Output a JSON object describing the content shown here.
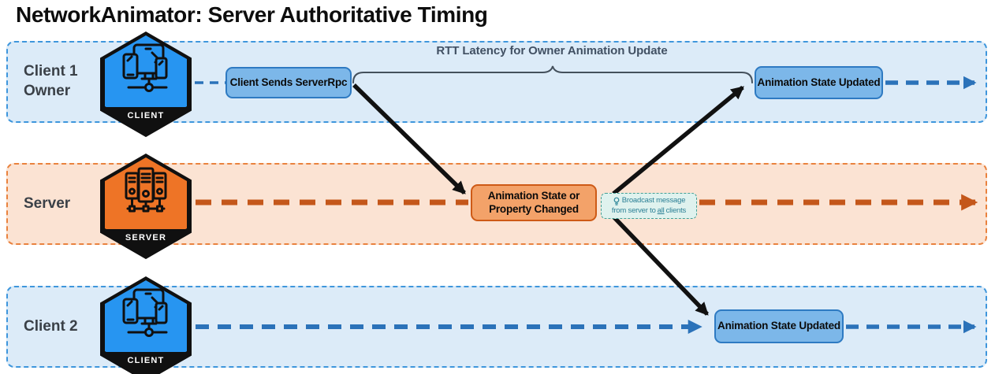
{
  "title": "NetworkAnimator: Server Authoritative Timing",
  "rtt_label": "RTT Latency for Owner Animation Update",
  "lanes": [
    {
      "id": "client1",
      "label_line1": "Client 1",
      "label_line2": "Owner",
      "badge": "CLIENT",
      "icon": "devices-icon"
    },
    {
      "id": "server",
      "label_line1": "Server",
      "label_line2": "",
      "badge": "SERVER",
      "icon": "server-rack-icon"
    },
    {
      "id": "client2",
      "label_line1": "Client 2",
      "label_line2": "",
      "badge": "CLIENT",
      "icon": "devices-icon"
    }
  ],
  "boxes": {
    "client_sends": "Client Sends ServerRpc",
    "anim_updated_owner": "Animation State Updated",
    "anim_changed_line1": "Animation State or",
    "anim_changed_line2": "Property Changed",
    "anim_updated_client2": "Animation State Updated"
  },
  "note": {
    "icon": "lightbulb-icon",
    "line1": "Broadcast message",
    "line2_prefix": "from server to ",
    "line2_underline": "all",
    "line2_suffix": " clients"
  },
  "colors": {
    "client_lane_bg": "#dcebf8",
    "client_lane_border": "#3e96dc",
    "server_lane_bg": "#fbe3d3",
    "server_lane_border": "#e9823e",
    "client_box_bg": "#7cb7e9",
    "client_box_border": "#2e7ac2",
    "server_box_bg": "#f3a269",
    "server_box_border": "#ce5a16",
    "client_dash": "#2b72b9",
    "server_dash": "#c4571a",
    "hex_client": "#2795f1",
    "hex_server": "#ee7426",
    "note_bg": "#dff2ee",
    "note_border": "#43a095",
    "note_text": "#2b7f95",
    "arrow_black": "#111111"
  }
}
